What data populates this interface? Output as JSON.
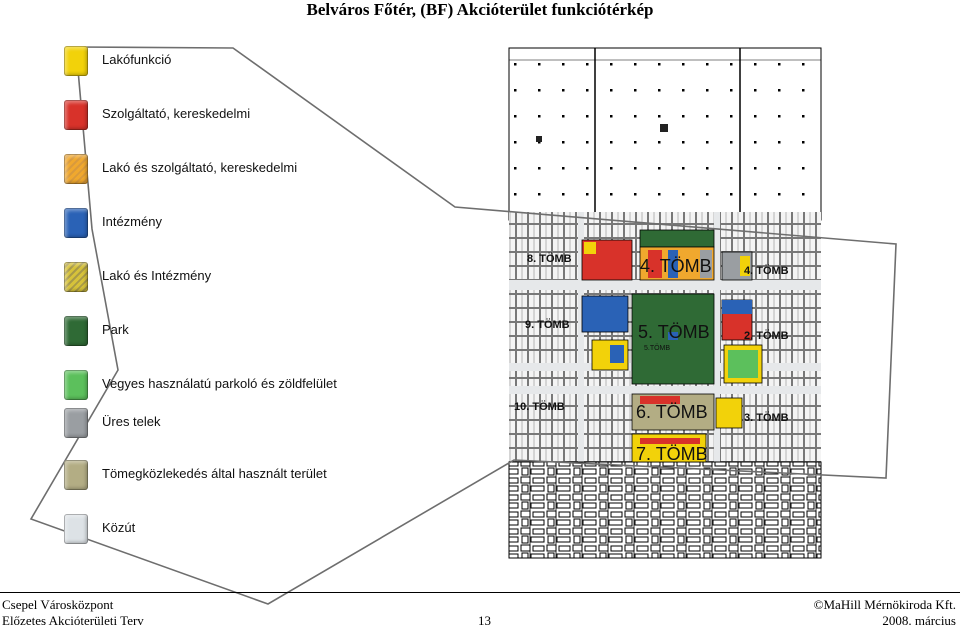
{
  "title": "Belváros Főtér, (BF) Akcióterület funkciótérkép",
  "legend": [
    {
      "label": "Lakófunkció",
      "color": "#f2d20a",
      "pattern": false
    },
    {
      "label": "Szolgáltató, kereskedelmi",
      "color": "#d8322a",
      "pattern": false
    },
    {
      "label": "Lakó és szolgáltató, kereskedelmi",
      "color": "#f0a82e",
      "pattern": true
    },
    {
      "label": "Intézmény",
      "color": "#2a62b6",
      "pattern": false
    },
    {
      "label": "Lakó és Intézmény",
      "color": "#d6c23a",
      "pattern": true
    },
    {
      "label": "Park",
      "color": "#2f6a35",
      "pattern": false
    },
    {
      "label": "Vegyes használatú parkoló és zöldfelület",
      "color": "#5cc05c",
      "pattern": false
    },
    {
      "label": "Üres telek",
      "color": "#9a9ea2",
      "pattern": false
    },
    {
      "label": "Tömegközlekedés által használt terület",
      "color": "#b3ad84",
      "pattern": false
    },
    {
      "label": "Közút",
      "color": "#dde2e6",
      "pattern": false
    }
  ],
  "map": {
    "block_labels": {
      "b8": "8. TÖMB",
      "b4": "4. TÖMB",
      "b4b": "4. TÖMB",
      "b9": "9. TÖMB",
      "b5": "5. TÖMB",
      "b5s": "5.TÖMB",
      "b2": "2. TÖMB",
      "b10": "10. TÖMB",
      "b6": "6. TÖMB",
      "b3": "3. TÖMB",
      "b7": "7. TÖMB"
    }
  },
  "footer": {
    "left_top": "Csepel Városközpont",
    "left_bottom": "Előzetes Akcióterületi Terv",
    "page": "13",
    "right_top": "©MaHill Mérnökiroda Kft.",
    "right_bottom": "2008. március"
  }
}
